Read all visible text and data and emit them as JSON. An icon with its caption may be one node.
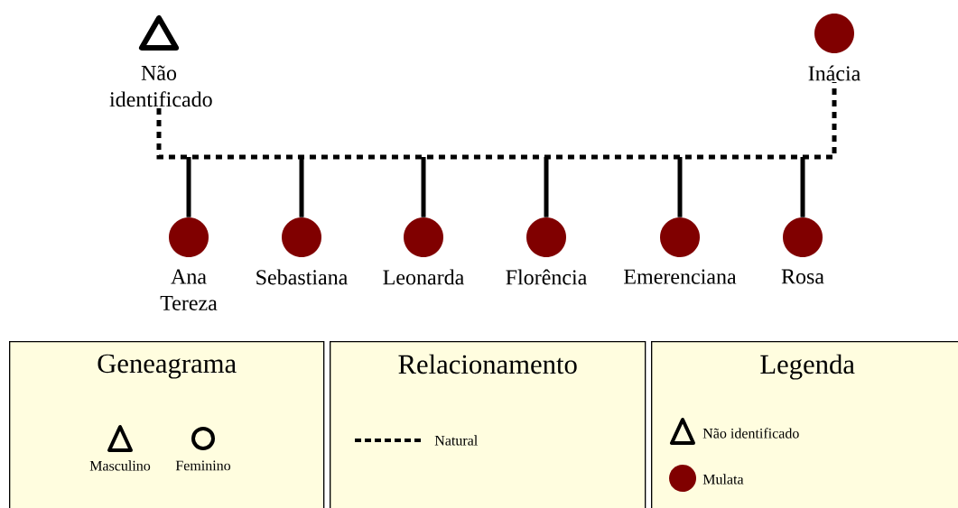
{
  "diagram": {
    "nodes": [
      {
        "text": [
          "Não identificado"
        ]
      },
      {
        "text": [
          "Inácia"
        ]
      },
      {
        "text": [
          "Ana Tereza"
        ]
      },
      {
        "text": [
          "Sebastiana"
        ]
      },
      {
        "text": [
          "Leonarda"
        ]
      },
      {
        "text": [
          "Florência"
        ]
      },
      {
        "text": [
          "Emerenciana"
        ]
      },
      {
        "text": [
          "Rosa"
        ]
      },
      {
        "text": [
          "Geneagrama"
        ]
      },
      {
        "text": [
          "Relacionamento"
        ]
      },
      {
        "text": [
          "Legenda"
        ]
      }
    ],
    "edges": [
      {
        "from": 0,
        "to": 1,
        "arrow": "none",
        "style": "dashed"
      },
      {
        "from": null,
        "to": 2,
        "arrow": "none"
      },
      {
        "from": null,
        "to": 3,
        "arrow": "none"
      },
      {
        "from": null,
        "to": 4,
        "arrow": "none"
      },
      {
        "from": null,
        "to": 5,
        "arrow": "none"
      },
      {
        "from": null,
        "to": 6,
        "arrow": "none"
      },
      {
        "from": null,
        "to": 7,
        "arrow": "none"
      }
    ],
    "legend": [
      {
        "text": "Masculino"
      },
      {
        "text": "Feminino"
      },
      {
        "text": "Natural"
      },
      {
        "text": "Não identificado"
      },
      {
        "text": "Mulata",
        "color": "#800000"
      }
    ]
  }
}
